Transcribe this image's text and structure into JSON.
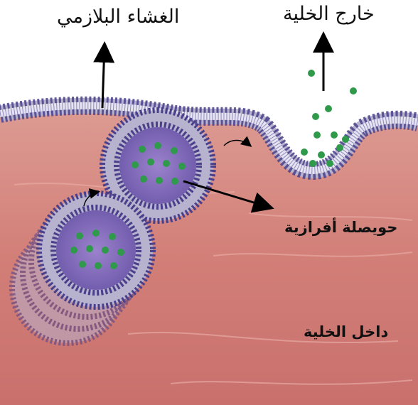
{
  "labels": {
    "plasma_membrane": "الغشاء البلازمي",
    "outside_cell": "خارج الخلية",
    "secretory_vesicle": "حويصلة أفرازية",
    "inside_cell": "داخل الخلية"
  },
  "colors": {
    "cytoplasm": "#d98a83",
    "membrane_head": "#4a3f8a",
    "vesicle_lumen": "#8a6fc0",
    "cargo": "#2e9a4a",
    "arrow": "#000000"
  }
}
